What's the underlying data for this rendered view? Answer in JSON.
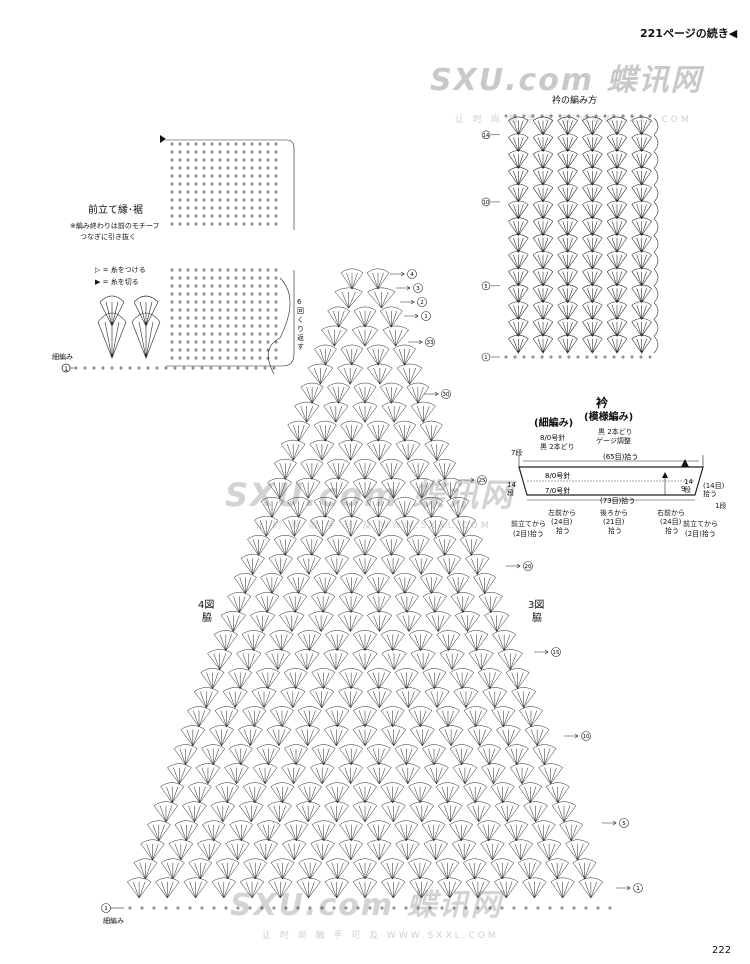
{
  "header": {
    "continued": "221ページの続き",
    "arrow_glyph": "◀",
    "page_number": "222"
  },
  "watermark": {
    "brand": "SXU.com",
    "brand_cn": "蝶讯网",
    "sub_cn": "让 时 尚 触 手 可 及",
    "url": "WWW.SXXL.COM"
  },
  "front_edge": {
    "title": "前立て縁･裾",
    "note_line1": "※編み終わりは前のモチーフ",
    "note_line2": "つなぎに引き抜く",
    "legend_attach": "▷ = 糸をつける",
    "legend_cut": "▶ = 糸を切る",
    "side_note": "6回くり返す",
    "fine_knit_label": "細編み",
    "row_start": "1"
  },
  "collar_chart": {
    "title": "衿の編み方",
    "rows": [
      "14",
      "10",
      "5",
      "1"
    ]
  },
  "collar_diagram": {
    "title": "衿",
    "pattern": "(模様編み)",
    "yarn": "黒 2本どり",
    "gauge": "ゲージ調整",
    "fine": "(細編み)",
    "needle_top": "8/0号針",
    "yarn_fine": "黒 2本どり",
    "rows_7": "7段",
    "needle_8": "8/0号針",
    "needle_7": "7/0号針",
    "pick_65": "(65目)拾う",
    "pick_73": "(73目)拾う",
    "rows_14_left": "14段",
    "rows_14_right": "14段",
    "rows_9": "9",
    "pick_14": "(14目)拾う",
    "row_1": "1段",
    "left_front": "左前から",
    "left_front_count": "(24目)",
    "left_front_pick": "拾う",
    "back": "後ろから",
    "back_count": "(21目)",
    "back_pick": "拾う",
    "right_front": "右前から",
    "right_front_count": "(24目)",
    "right_front_pick": "拾う",
    "front_band_l": "前立てから",
    "front_band_l_count": "(2目)拾う",
    "front_band_r": "前立てから",
    "front_band_r_count": "(2目)拾う"
  },
  "side_panel": {
    "label_4": "4図",
    "label_4_sub": "脇",
    "label_3": "3図",
    "label_3_sub": "脇",
    "fine_knit_label": "細編み",
    "row_markers": [
      "4",
      "3",
      "2",
      "1",
      "33",
      "30",
      "25",
      "20",
      "15",
      "10",
      "5",
      "1"
    ]
  }
}
